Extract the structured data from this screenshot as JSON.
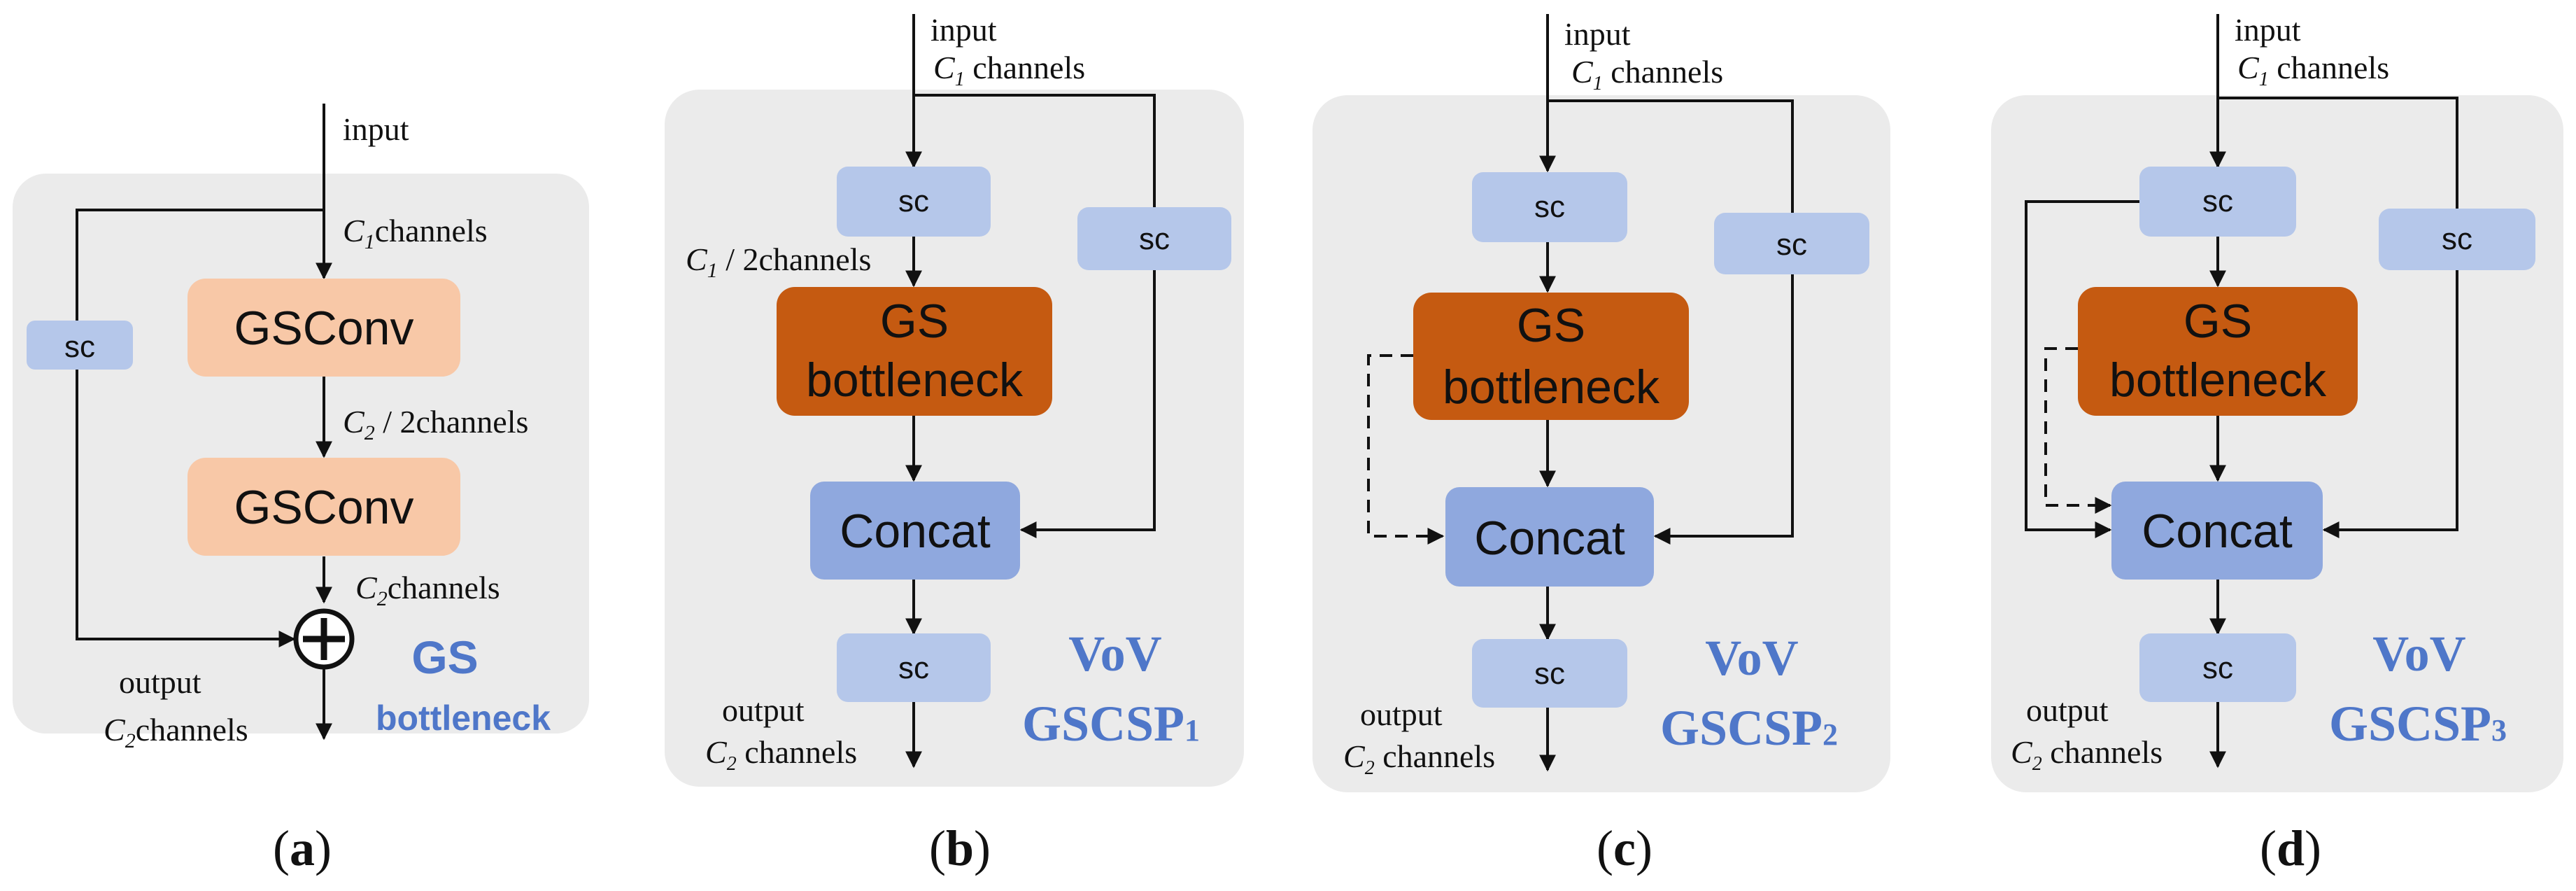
{
  "colors": {
    "panel": "#ebebeb",
    "sc": "#b5c7ea",
    "gsconv": "#f8c8a7",
    "gs_bottleneck": "#c55a11",
    "concat": "#8fa8de",
    "title_blue": "#4f77c9",
    "line": "#111111"
  },
  "labels": {
    "input": "input",
    "output": "output",
    "sc": "sc",
    "gsconv": "GSConv",
    "gs": "GS",
    "bottleneck": "bottleneck",
    "concat": "Concat",
    "channels": "channels",
    "c1_sub": "1",
    "c2_sub": "2",
    "half": " / 2",
    "c_letter": "C",
    "plus": "+"
  },
  "panel_a": {
    "caption_letter": "a",
    "title_line1": "GS",
    "title_line2": "bottleneck"
  },
  "panel_b": {
    "caption_letter": "b",
    "title_line1": "VoV",
    "title_line2": "GSCSP",
    "title_sub": "1"
  },
  "panel_c": {
    "caption_letter": "c",
    "title_line1": "VoV",
    "title_line2": "GSCSP",
    "title_sub": "2"
  },
  "panel_d": {
    "caption_letter": "d",
    "title_line1": "VoV",
    "title_line2": "GSCSP",
    "title_sub": "3"
  }
}
